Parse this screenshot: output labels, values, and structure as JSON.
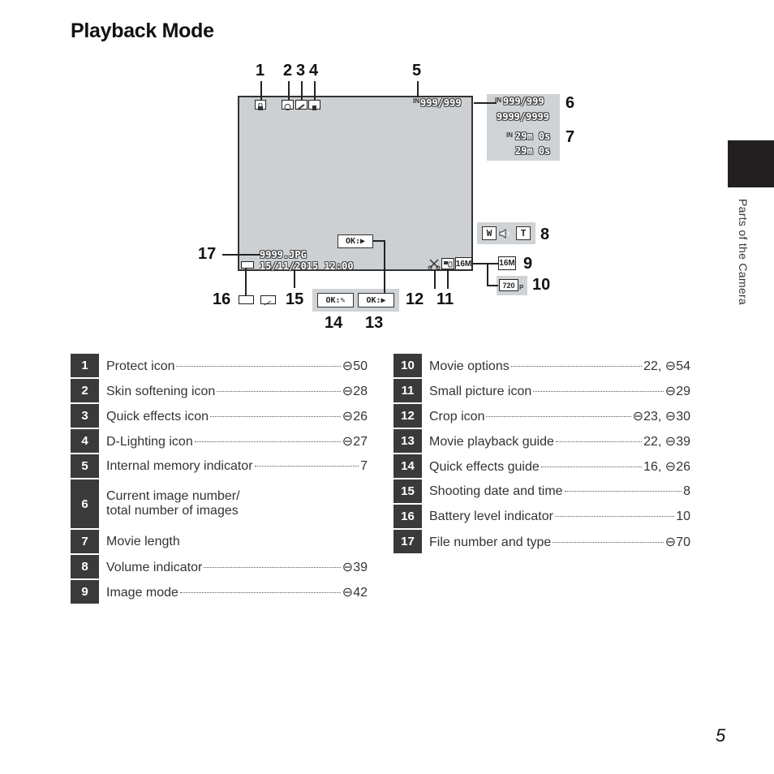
{
  "page": {
    "title": "Playback Mode",
    "side_label": "Parts of the Camera",
    "page_number": "5"
  },
  "screen": {
    "image_count": "999/999",
    "image_count_alt": "999/999",
    "image_count_total": "9999/9999",
    "movie_length": "29m 0s",
    "movie_length_total": "29m 0s",
    "file_name": "9999.JPG",
    "date_time": "15/11/2015 12:00",
    "volume_w": "W",
    "volume_t": "T",
    "image_mode": "16M",
    "movie_option": "720",
    "movie_option_suffix": "P",
    "ok_label": "OK"
  },
  "callouts": {
    "c1": "1",
    "c2": "2",
    "c3": "3",
    "c4": "4",
    "c5": "5",
    "c6": "6",
    "c7": "7",
    "c8": "8",
    "c9": "9",
    "c10": "10",
    "c11": "11",
    "c12": "12",
    "c13": "13",
    "c14": "14",
    "c15": "15",
    "c16": "16",
    "c17": "17"
  },
  "legend_left": [
    {
      "num": "1",
      "label": "Protect icon",
      "ref": "50"
    },
    {
      "num": "2",
      "label": "Skin softening icon",
      "ref": "28"
    },
    {
      "num": "3",
      "label": "Quick effects icon",
      "ref": "26"
    },
    {
      "num": "4",
      "label": "D-Lighting icon",
      "ref": "27"
    },
    {
      "num": "5",
      "label": "Internal memory indicator",
      "ref": "7"
    },
    {
      "num": "6",
      "label": "Current image number/",
      "label2": "total number of images"
    },
    {
      "num": "7",
      "label": "Movie length"
    },
    {
      "num": "8",
      "label": "Volume indicator",
      "ref": "39"
    },
    {
      "num": "9",
      "label": "Image mode",
      "ref": "42"
    }
  ],
  "legend_right": [
    {
      "num": "10",
      "label": "Movie options",
      "ref_pre": "22, ",
      "ref": "54"
    },
    {
      "num": "11",
      "label": "Small picture icon",
      "ref": "29"
    },
    {
      "num": "12",
      "label": "Crop icon",
      "ref": "23, ",
      "ref2": "30"
    },
    {
      "num": "13",
      "label": "Movie playback guide",
      "ref_pre": "22, ",
      "ref": "39"
    },
    {
      "num": "14",
      "label": "Quick effects guide",
      "ref_pre": "16, ",
      "ref": "26"
    },
    {
      "num": "15",
      "label": "Shooting date and time",
      "ref": "8"
    },
    {
      "num": "16",
      "label": "Battery level indicator",
      "ref": "10"
    },
    {
      "num": "17",
      "label": "File number and type",
      "ref": "70"
    }
  ]
}
